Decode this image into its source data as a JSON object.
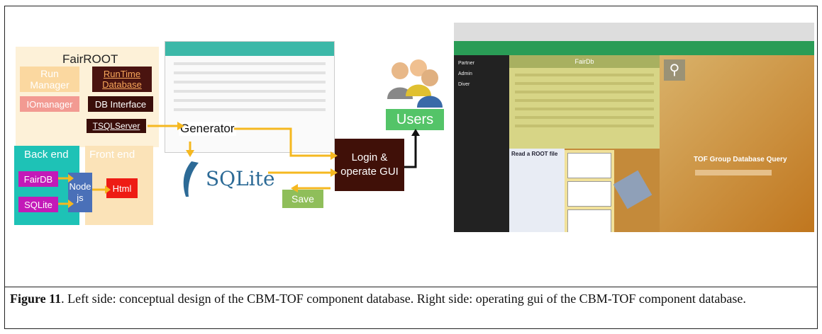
{
  "diagram": {
    "fairroot_title": "FairROOT",
    "run_manager": "Run Manager",
    "runtime_database": "RunTime Database",
    "iomanager": "IOmanager",
    "db_interface": "DB Interface",
    "tsqlserver": "TSQLServer",
    "back_end": "Back end",
    "front_end": "Front end",
    "fairdb": "FairDB",
    "sqlite_small": "SQLite",
    "node_js": "Node js",
    "html": "Html",
    "generator": "Generator",
    "sqlite_logo": "SQLite",
    "login": "Login & operate GUI",
    "save": "Save",
    "users": "Users"
  },
  "gui": {
    "panel_title": "FairDb",
    "sidebar": [
      "Partner",
      "Admin",
      "Diver"
    ],
    "root_title": "Read a ROOT file",
    "query_title": "TOF Group Database Query"
  },
  "caption": {
    "label": "Figure 11",
    "text": ". Left side: conceptual design of the CBM-TOF component database.  Right side: operating gui of the CBM-TOF component database."
  },
  "colors": {
    "arrow": "#f5b820",
    "login_bg": "#401008",
    "users_bg": "#54c468"
  }
}
